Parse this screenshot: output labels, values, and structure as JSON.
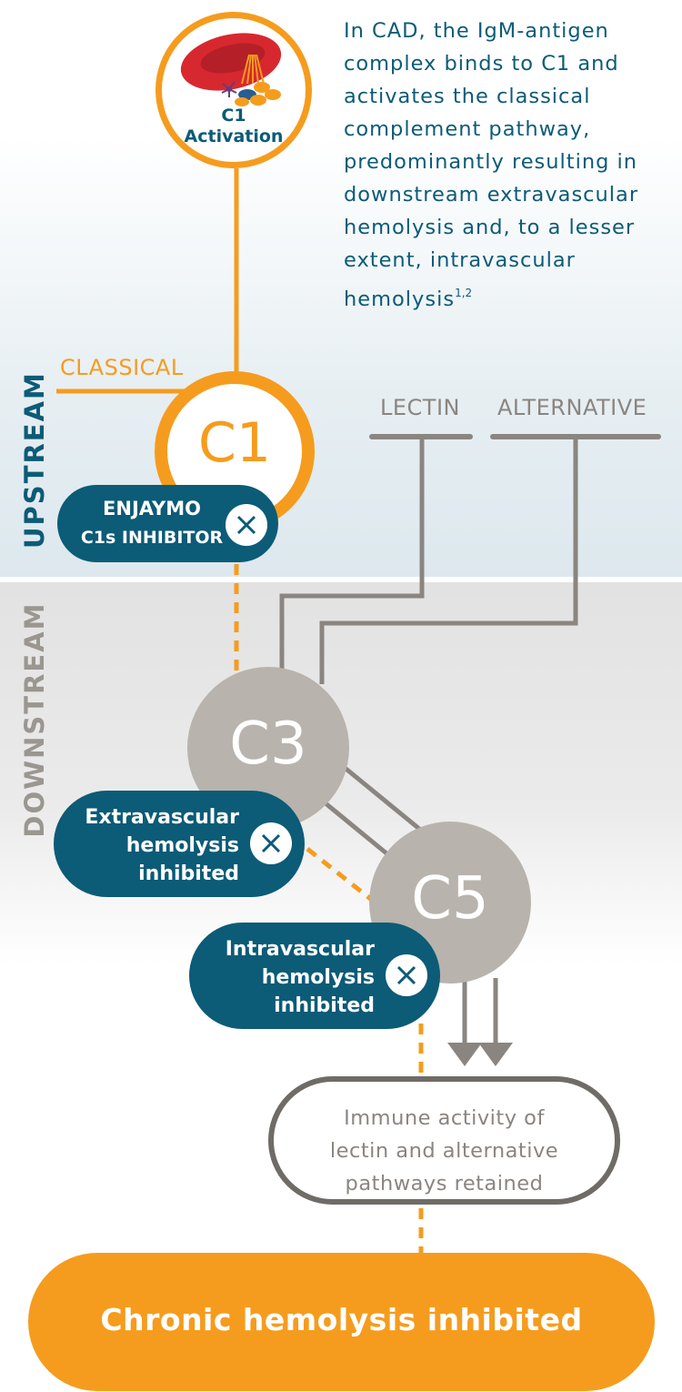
{
  "intro_text": "In CAD, the IgM-antigen complex binds to C1 and activates the classical complement pathway, predominantly resulting in downstream extravascular hemolysis and, to a lesser extent, intravascular hemolysis",
  "intro_superscript": "1,2",
  "sections": {
    "upstream": "UPSTREAM",
    "downstream": "DOWNSTREAM"
  },
  "c1_activation": {
    "line1": "C1",
    "line2": "Activation",
    "icon": "red-blood-cell-with-antibody-complex-icon"
  },
  "pathways": {
    "classical": "CLASSICAL",
    "lectin": "LECTIN",
    "alternative": "ALTERNATIVE"
  },
  "nodes": {
    "c1": "C1",
    "c3": "C3",
    "c5": "C5"
  },
  "enjaymo": {
    "line1": "ENJAYMO",
    "line2": "C1s INHIBITOR",
    "icon": "x-circle-icon"
  },
  "extravascular": {
    "line1": "Extravascular",
    "line2": "hemolysis",
    "line3": "inhibited",
    "icon": "x-circle-icon"
  },
  "intravascular": {
    "line1": "Intravascular",
    "line2": "hemolysis",
    "line3": "inhibited",
    "icon": "x-circle-icon"
  },
  "immune": {
    "line1": "Immune activity of",
    "line2": "lectin and alternative",
    "line3": "pathways retained"
  },
  "outcome": "Chronic hemolysis inhibited",
  "colors": {
    "orange": "#f59c1e",
    "teal": "#0c5b77",
    "gray": "#b8b3ac",
    "line_gray": "#8a8580"
  }
}
